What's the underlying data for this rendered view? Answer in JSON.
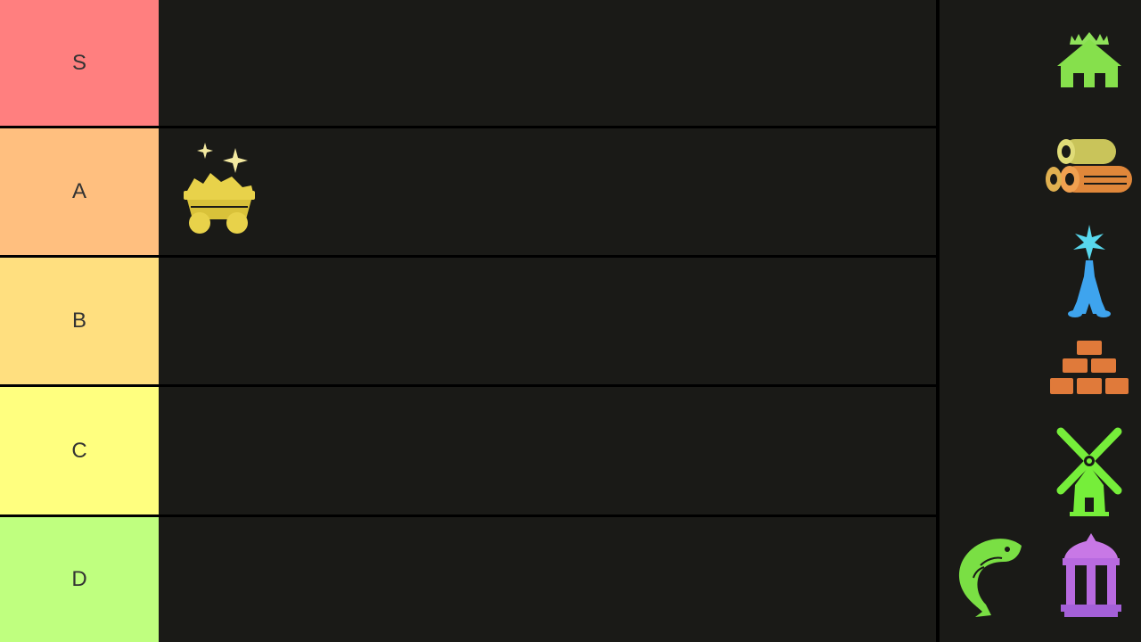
{
  "tiers": [
    {
      "label": "S",
      "color": "#ff7f7f"
    },
    {
      "label": "A",
      "color": "#ffbf7f"
    },
    {
      "label": "B",
      "color": "#ffdf7f"
    },
    {
      "label": "C",
      "color": "#ffff7f"
    },
    {
      "label": "D",
      "color": "#bfff7f"
    }
  ],
  "placed_items": [
    {
      "tier": "A",
      "icon": "gold-mine-cart-icon"
    }
  ],
  "unranked_items": [
    {
      "icon": "green-hut-icon"
    },
    {
      "icon": "lumber-logs-icon"
    },
    {
      "icon": "blue-spire-icon"
    },
    {
      "icon": "brick-stack-icon"
    },
    {
      "icon": "windmill-icon"
    },
    {
      "icon": "fish-icon"
    },
    {
      "icon": "purple-temple-icon"
    }
  ]
}
